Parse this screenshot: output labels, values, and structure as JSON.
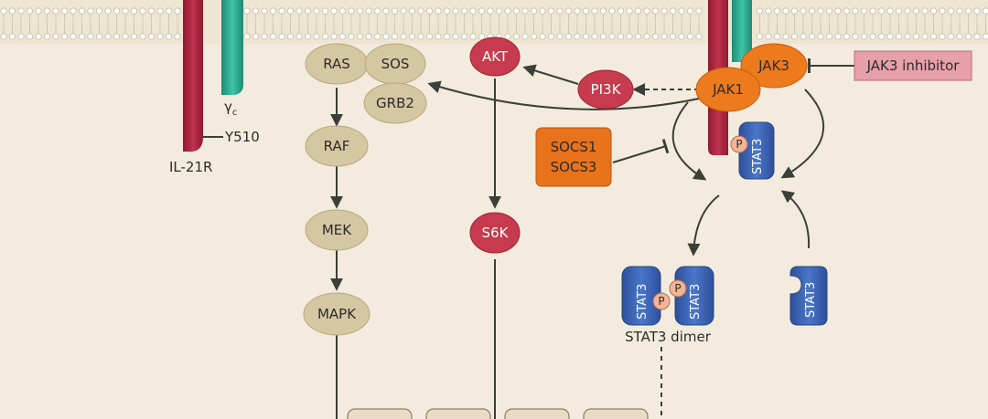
{
  "receptor": {
    "chain_label": "IL-21R",
    "gamma_label": "γ",
    "gamma_sub": "c",
    "site_label": "Y510"
  },
  "mapk_pathway": {
    "ras": "RAS",
    "sos": "SOS",
    "grb2": "GRB2",
    "raf": "RAF",
    "mek": "MEK",
    "mapk": "MAPK"
  },
  "pi3k_pathway": {
    "akt": "AKT",
    "pi3k": "PI3K",
    "s6k": "S6K"
  },
  "jak": {
    "jak1": "JAK1",
    "jak3": "JAK3",
    "inhibitor": "JAK3 inhibitor"
  },
  "socs": {
    "socs1": "SOCS1",
    "socs3": "SOCS3"
  },
  "stat": {
    "stat3": "STAT3",
    "phospho": "P",
    "dimer_label": "STAT3 dimer"
  },
  "colors": {
    "background": "#f3ebdd",
    "membrane_line": "#c9bfae",
    "receptor_red": "#a8203b",
    "receptor_teal": "#2aa88e",
    "tan_node": "#d6c7a3",
    "akt_red": "#c83a4d",
    "jak_orange": "#ee7a1e",
    "socs_orange": "#e8731c",
    "inhibitor_pink": "#e7a0aa",
    "stat_blue": "#3c63b4",
    "phospho_peach": "#f2b497",
    "arrow": "#3a3f38"
  }
}
